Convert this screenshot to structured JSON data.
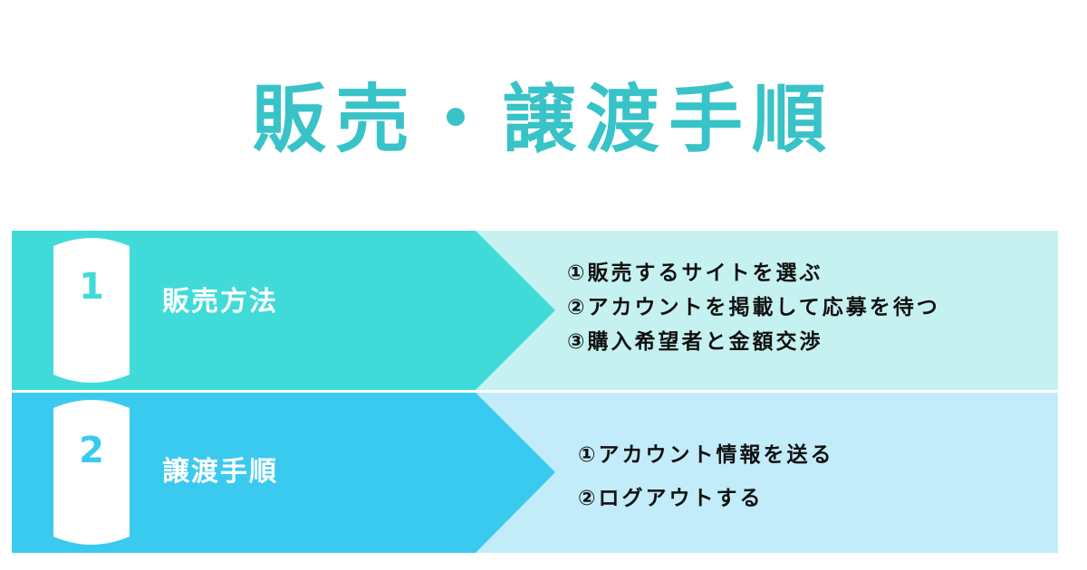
{
  "title": "販売・譲渡手順",
  "colors": {
    "title": "#38c3c8",
    "step1_dark": "#40dbd8",
    "step1_light": "#c5f2f0",
    "step2_dark": "#3acaf0",
    "step2_light": "#c3ecfa",
    "badge": "#ffffff",
    "item_text": "#111111"
  },
  "steps": [
    {
      "number": "1",
      "label": "販売方法",
      "items": [
        "①販売するサイトを選ぶ",
        "②アカウントを掲載して応募を待つ",
        "③購入希望者と金額交渉"
      ]
    },
    {
      "number": "2",
      "label": "譲渡手順",
      "items": [
        "①アカウント情報を送る",
        "②ログアウトする"
      ]
    }
  ]
}
